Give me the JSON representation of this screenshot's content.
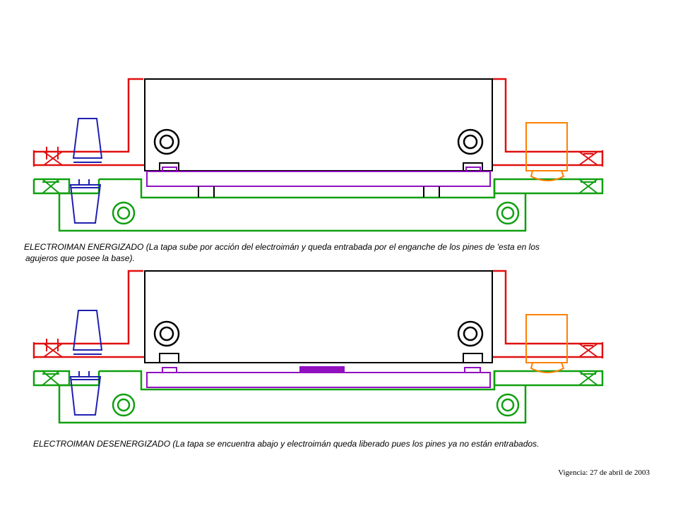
{
  "captions": {
    "energized_line1": "ELECTROIMAN  ENERGIZADO (La tapa sube por acción del electroimán y queda entrabada por el enganche de los pines  de 'esta en los",
    "energized_line2": "agujeros que posee la base).",
    "deenergized": "ELECTROIMAN  DESENERGIZADO (La tapa se encuentra abajo y electroimán queda liberado pues los pines ya no están entrabados."
  },
  "footer": "Vigencia: 27 de abril de 2003",
  "colors": {
    "lid_frame": "#e01010",
    "base_frame": "#10a010",
    "clamp": "#2020b0",
    "pin_plate": "#9010c0",
    "electromagnet": "#ff8000",
    "body": "#000000",
    "background": "#ffffff"
  },
  "states": [
    "energized",
    "deenergized"
  ]
}
